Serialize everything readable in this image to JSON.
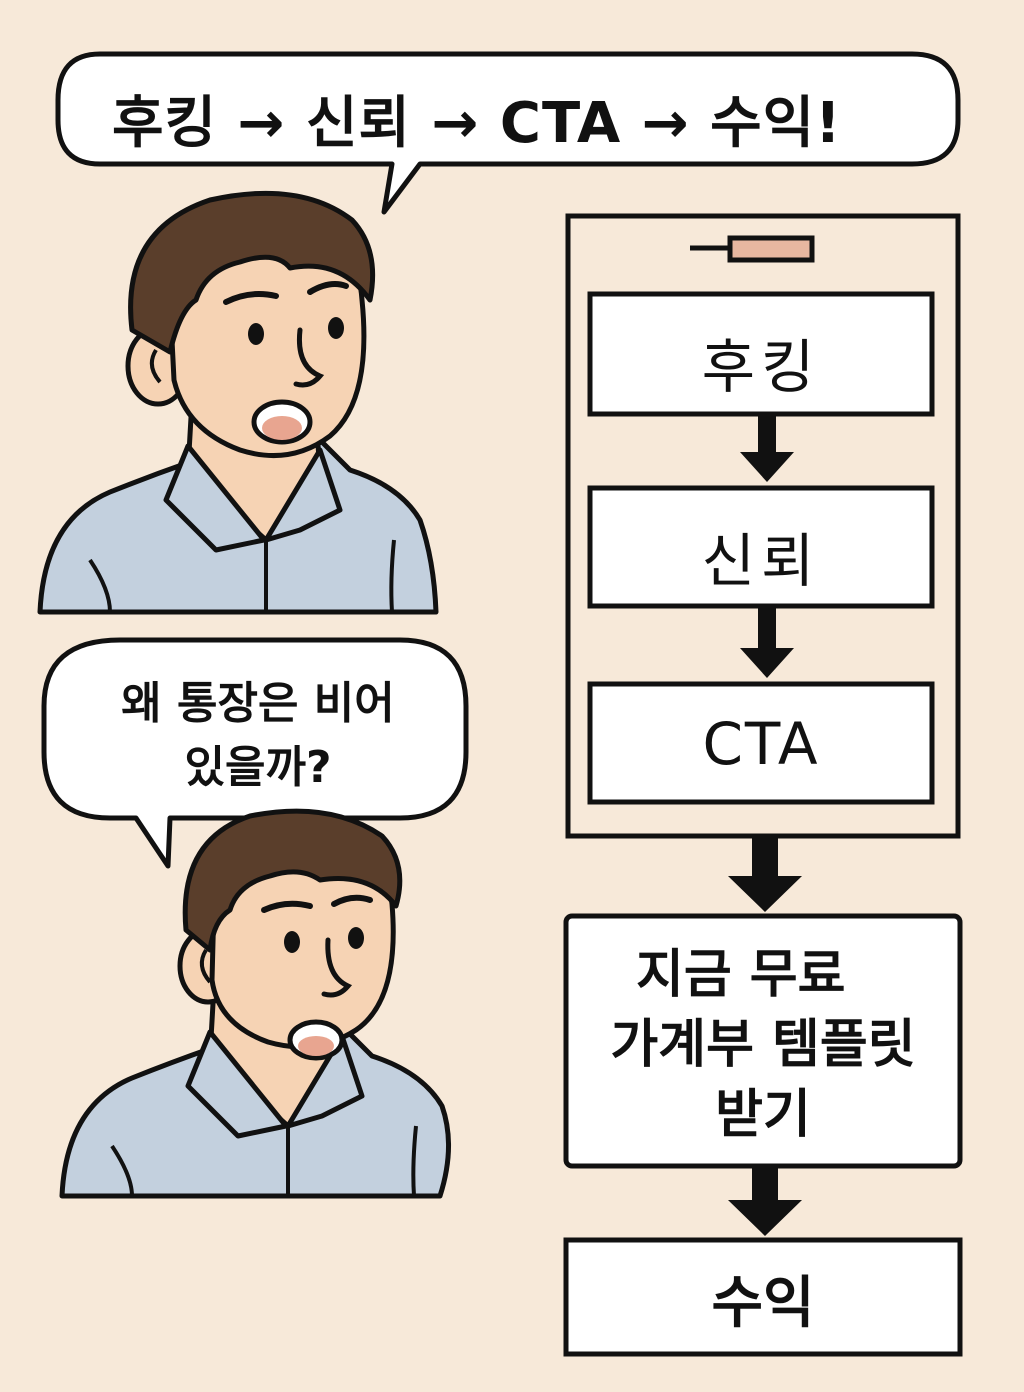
{
  "top_bubble": {
    "text": "후킹 → 신뢰 → CTA → 수익!"
  },
  "question_bubble": {
    "line1": "왜 통장은 비어",
    "line2": "있을까?"
  },
  "flow": {
    "hooking": "후킹",
    "trust": "신뢰",
    "cta": "CTA",
    "offer": {
      "line1": "지금 무료",
      "line2": "가계부 템플릿",
      "line3": "받기"
    },
    "revenue": "수익"
  },
  "colors": {
    "background": "#f7e9d9",
    "skin": "#f6d3b4",
    "hair": "#5a3e2b",
    "shirt": "#c3d0de",
    "outline": "#111111",
    "accent": "#e8b7a0"
  }
}
